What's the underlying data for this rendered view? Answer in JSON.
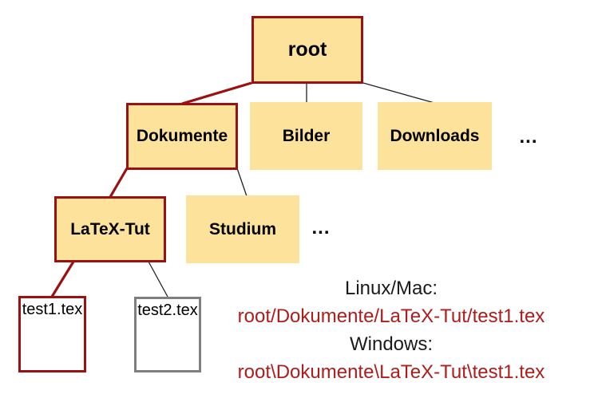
{
  "diagram": {
    "title_hint": "file-system tree",
    "nodes": {
      "root": {
        "label": "root"
      },
      "dokumente": {
        "label": "Dokumente"
      },
      "bilder": {
        "label": "Bilder"
      },
      "downloads": {
        "label": "Downloads"
      },
      "latex_tut": {
        "label": "LaTeX-Tut"
      },
      "studium": {
        "label": "Studium"
      },
      "test1": {
        "label": "test1.tex"
      },
      "test2": {
        "label": "test2.tex"
      }
    },
    "ellipsis_row2": "...",
    "ellipsis_row3": "...",
    "annotation": {
      "linux_label": "Linux/Mac:",
      "linux_path": "root/Dokumente/LaTeX-Tut/test1.tex",
      "windows_label": "Windows:",
      "windows_path": "root\\Dokumente\\LaTeX-Tut\\test1.tex"
    },
    "colors": {
      "node_fill_yellow": "#fce29a",
      "highlight_red": "#9b1111",
      "path_text_red": "#ae1c1c",
      "muted_gray_border": "#7f7f7f",
      "edge_black": "#222222",
      "background": "#ffffff"
    }
  }
}
